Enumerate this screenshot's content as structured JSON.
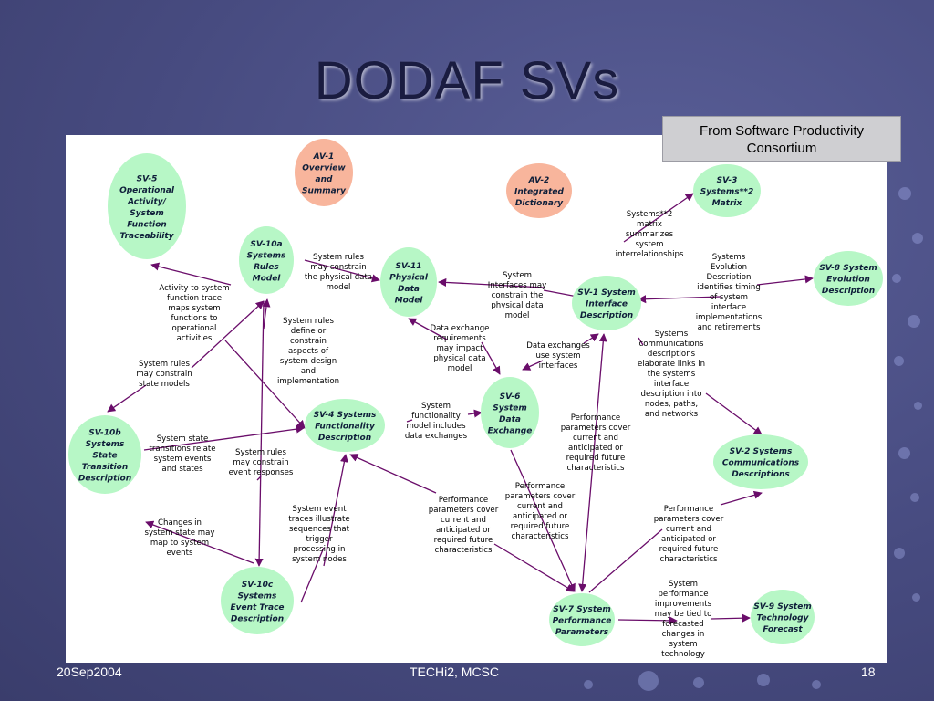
{
  "slide": {
    "title": "DODAF SVs",
    "source_note": "From Software Productivity\nConsortium",
    "footer": {
      "date": "20Sep2004",
      "center": "TECHi2,  MCSC",
      "page": "18"
    }
  },
  "colors": {
    "node_green": "#b7f7c6",
    "node_salmon": "#f8b59c",
    "arrow": "#6a0d6a",
    "node_text": "#0f1f3a"
  },
  "nodes": [
    {
      "id": "sv5",
      "lines": [
        "SV-5",
        "Operational",
        "Activity/",
        "System",
        "Function",
        "Traceability"
      ],
      "color": "green"
    },
    {
      "id": "av1",
      "lines": [
        "AV-1",
        "Overview",
        "and",
        "Summary"
      ],
      "color": "salmon"
    },
    {
      "id": "av2",
      "lines": [
        "AV-2",
        "Integrated",
        "Dictionary"
      ],
      "color": "salmon"
    },
    {
      "id": "sv3",
      "lines": [
        "SV-3",
        "Systems**2",
        "Matrix"
      ],
      "color": "green"
    },
    {
      "id": "sv10a",
      "lines": [
        "SV-10a",
        "Systems",
        "Rules",
        "Model"
      ],
      "color": "green"
    },
    {
      "id": "sv11",
      "lines": [
        "SV-11",
        "Physical",
        "Data",
        "Model"
      ],
      "color": "green"
    },
    {
      "id": "sv1",
      "lines": [
        "SV-1 System",
        "Interface",
        "Description"
      ],
      "color": "green"
    },
    {
      "id": "sv8",
      "lines": [
        "SV-8 System",
        "Evolution",
        "Description"
      ],
      "color": "green"
    },
    {
      "id": "sv4",
      "lines": [
        "SV-4 Systems",
        "Functionality",
        "Description"
      ],
      "color": "green"
    },
    {
      "id": "sv6",
      "lines": [
        "SV-6",
        "System",
        "Data",
        "Exchange"
      ],
      "color": "green"
    },
    {
      "id": "sv10b",
      "lines": [
        "SV-10b",
        "Systems",
        "State",
        "Transition",
        "Description"
      ],
      "color": "green"
    },
    {
      "id": "sv2",
      "lines": [
        "SV-2 Systems",
        "Communications",
        "Descriptions"
      ],
      "color": "green"
    },
    {
      "id": "sv10c",
      "lines": [
        "SV-10c",
        "Systems",
        "Event Trace",
        "Description"
      ],
      "color": "green"
    },
    {
      "id": "sv7",
      "lines": [
        "SV-7 System",
        "Performance",
        "Parameters"
      ],
      "color": "green"
    },
    {
      "id": "sv9",
      "lines": [
        "SV-9 System",
        "Technology",
        "Forecast"
      ],
      "color": "green"
    }
  ],
  "annotations": [
    {
      "id": "a1",
      "lines": [
        "Activity to system",
        "function trace",
        "maps system",
        "functions to",
        "operational",
        "activities"
      ]
    },
    {
      "id": "a2",
      "lines": [
        "System rules",
        "may constrain",
        "the physical data",
        "model"
      ]
    },
    {
      "id": "a3",
      "lines": [
        "System",
        "Interfaces may",
        "constrain the",
        "physical data",
        "model"
      ]
    },
    {
      "id": "a4",
      "lines": [
        "Systems**2",
        "matrix",
        "summarizes",
        "system",
        "interrelationships"
      ]
    },
    {
      "id": "a5",
      "lines": [
        "Systems",
        "Evolution",
        "Description",
        "identifies timing",
        "of system",
        "interface",
        "implementations",
        "and retirements"
      ]
    },
    {
      "id": "a6",
      "lines": [
        "System rules",
        "define or",
        "constrain",
        "aspects of",
        "system design",
        "and",
        "implementation"
      ]
    },
    {
      "id": "a7",
      "lines": [
        "Data exchange",
        "requirements",
        "may impact",
        "physical data",
        "model"
      ]
    },
    {
      "id": "a8",
      "lines": [
        "Data exchanges",
        "use system",
        "interfaces"
      ]
    },
    {
      "id": "a9",
      "lines": [
        "Systems",
        "communications",
        "descriptions",
        "elaborate links in",
        "the systems",
        "interface",
        "description into",
        "nodes, paths,",
        "and networks"
      ]
    },
    {
      "id": "a10",
      "lines": [
        "System rules",
        "may constrain",
        "state models"
      ]
    },
    {
      "id": "a11",
      "lines": [
        "System",
        "functionality",
        "model includes",
        "data exchanges"
      ]
    },
    {
      "id": "a12",
      "lines": [
        "Performance",
        "parameters cover",
        "current and",
        "anticipated or",
        "required future",
        "characteristics"
      ]
    },
    {
      "id": "a13",
      "lines": [
        "System state",
        "transitions relate",
        "system events",
        "and states"
      ]
    },
    {
      "id": "a14",
      "lines": [
        "System rules",
        "may constrain",
        "event responses"
      ]
    },
    {
      "id": "a15",
      "lines": [
        "Performance",
        "parameters cover",
        "current and",
        "anticipated or",
        "required future",
        "characteristics"
      ]
    },
    {
      "id": "a16",
      "lines": [
        "Performance",
        "parameters cover",
        "current and",
        "anticipated or",
        "required future",
        "characteristics"
      ]
    },
    {
      "id": "a17",
      "lines": [
        "Performance",
        "parameters cover",
        "current and",
        "anticipated or",
        "required future",
        "characteristics"
      ]
    },
    {
      "id": "a18",
      "lines": [
        "Changes in",
        "system state may",
        "map to system",
        "events"
      ]
    },
    {
      "id": "a19",
      "lines": [
        "System event",
        "traces illustrate",
        "sequences that",
        "trigger",
        "processing in",
        "system nodes"
      ]
    },
    {
      "id": "a20",
      "lines": [
        "System",
        "performance",
        "improvements",
        "may be tied to",
        "forecasted",
        "changes in",
        "system",
        "technology"
      ]
    }
  ]
}
